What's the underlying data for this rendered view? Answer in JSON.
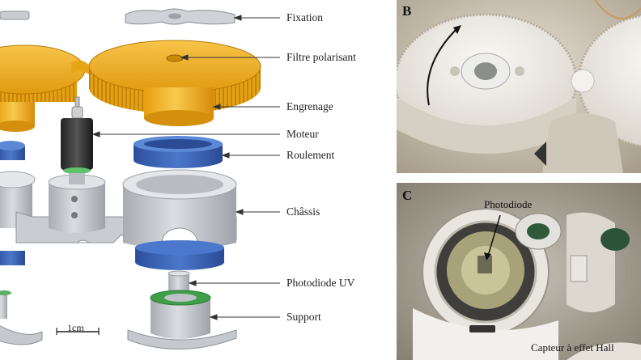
{
  "panel_labels": {
    "b": "B",
    "c": "C"
  },
  "component_labels": [
    "Fixation",
    "Filtre polarisant",
    "Engrenage",
    "Moteur",
    "Roulement",
    "Châssis",
    "Photodiode UV",
    "Support"
  ],
  "scale_bar_label": "1cm",
  "photo_c_labels": {
    "photodiode": "Photodiode",
    "hall_sensor": "Capteur à effet Hall"
  },
  "colors": {
    "gear": "#f5b21e",
    "gear_dark": "#d48f0c",
    "bearing": "#3a63b8",
    "chassis": "#c9ccd1",
    "motor": "#333333",
    "support_ring": "#3f9e48"
  }
}
